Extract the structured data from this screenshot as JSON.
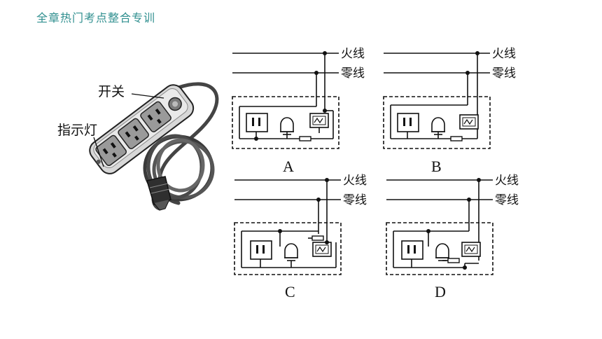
{
  "header": {
    "title": "全章热门考点整合专训"
  },
  "strip": {
    "switch_label": "开关",
    "indicator_label": "指示灯"
  },
  "wires": {
    "live": "火线",
    "neutral": "零线"
  },
  "options": [
    "A",
    "B",
    "C",
    "D"
  ]
}
